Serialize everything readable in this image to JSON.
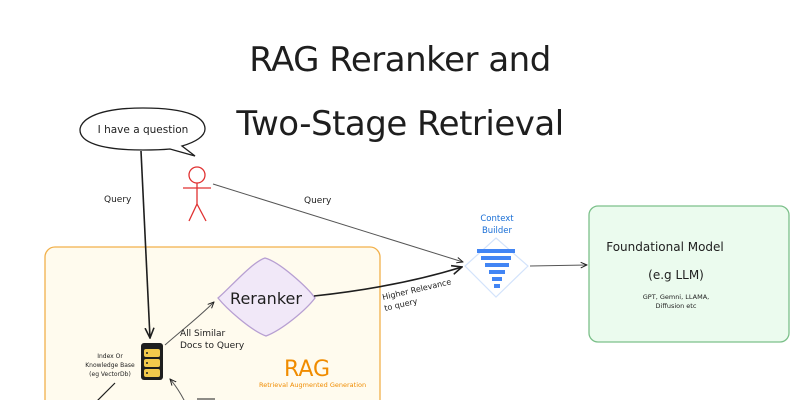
{
  "title": {
    "line1": "RAG Reranker and",
    "line2": "Two-Stage Retrieval"
  },
  "speech_bubble": {
    "text": "I have a question"
  },
  "edges": {
    "query_down": "Query",
    "query_across": "Query",
    "higher_relevance_line1": "Higher Relevance",
    "higher_relevance_line2": "to query",
    "all_similar_line1": "All Similar",
    "all_similar_line2": "Docs to Query"
  },
  "context_builder": {
    "line1": "Context",
    "line2": "Builder"
  },
  "reranker": {
    "label": "Reranker"
  },
  "index": {
    "line1": "Index Or",
    "line2": "Knowledge Base",
    "line3": "(eg VectorDb)"
  },
  "rag": {
    "title": "RAG",
    "subtitle": "Retrieval Augmented Generation"
  },
  "foundational_model": {
    "title": "Foundational Model",
    "subtitle": "(e.g LLM)",
    "detail_line1": "GPT, Gemni, LLAMA,",
    "detail_line2": "Diffusion etc"
  },
  "colors": {
    "rag_border": "#f2b04a",
    "rag_fill": "#fffbee",
    "rag_text": "#f08c00",
    "reranker_fill": "#f1e8f8",
    "reranker_border": "#b79fd2",
    "model_fill": "#ebfbee",
    "model_border": "#7cc08a",
    "context_blue": "#4285f4",
    "context_label": "#1a6fd6"
  }
}
